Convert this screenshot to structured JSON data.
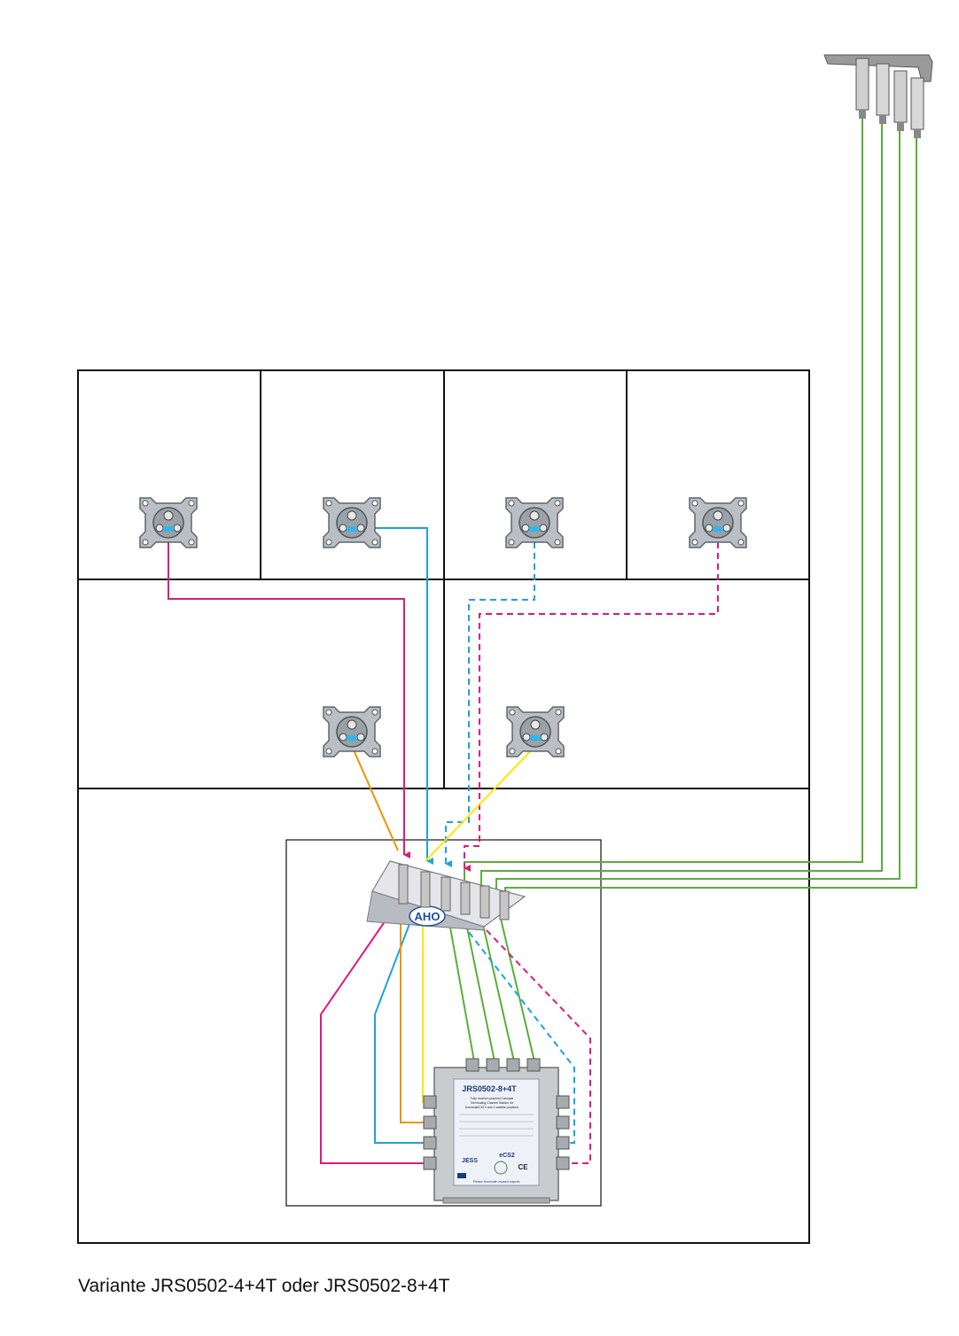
{
  "caption": "Variante JRS0502-4+4T oder JRS0502-8+4T",
  "multiswitch": {
    "model": "JRS0502-8+4T",
    "description_line1": "Fully receiver-powered Cascade",
    "description_line2": "Terminating Channel Stacker for",
    "description_line3": "terrestrial/CATV and 2 satellite positions",
    "badge": "eCS2",
    "brand": "JESS",
    "ce_mark": "CE",
    "footer": "Please terminate unused outputs"
  },
  "splitter": {
    "logo": "AHO"
  },
  "colors": {
    "magenta": "#e0187e",
    "cyan": "#1aa4dc",
    "orange": "#f39200",
    "yellow": "#ffe500",
    "green": "#5aae3a",
    "wall": "#111111"
  },
  "icons": {
    "outlet": "antenna-wall-outlet-icon",
    "lnb": "quattro-lnb-icon",
    "splitter": "cable-splitter-icon",
    "multiswitch": "multiswitch-icon"
  }
}
